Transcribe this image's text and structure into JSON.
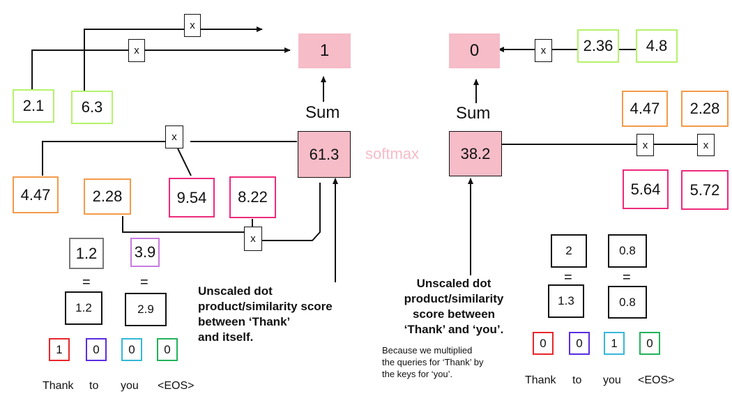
{
  "left": {
    "top_result": "1",
    "sum_label": "Sum",
    "sum_value": "61.3",
    "queries": [
      "2.1",
      "6.3"
    ],
    "keys_orange": [
      "4.47",
      "2.28"
    ],
    "keys_pink": [
      "9.54",
      "8.22"
    ],
    "mult_sign": "x",
    "embed_top": [
      "1.2",
      "3.9"
    ],
    "eq_sign": "=",
    "embed_bottom": [
      "1.2",
      "2.9"
    ],
    "onehot": [
      "1",
      "0",
      "0",
      "0"
    ],
    "tokens": [
      "Thank",
      "to",
      "you",
      "<EOS>"
    ],
    "caption_lines": [
      "Unscaled dot",
      "product/similarity score",
      "between ‘Thank’",
      "and itself."
    ]
  },
  "middle": {
    "softmax_label": "softmax"
  },
  "right": {
    "top_result": "0",
    "sum_label": "Sum",
    "sum_value": "38.2",
    "queries": [
      "2.36",
      "4.8"
    ],
    "keys_orange": [
      "4.47",
      "2.28"
    ],
    "keys_pink": [
      "5.64",
      "5.72"
    ],
    "mult_sign": "x",
    "embed_top": [
      "2",
      "0.8"
    ],
    "eq_sign": "=",
    "embed_bottom": [
      "1.3",
      "0.8"
    ],
    "onehot": [
      "0",
      "0",
      "1",
      "0"
    ],
    "tokens": [
      "Thank",
      "to",
      "you",
      "<EOS>"
    ],
    "caption_lines": [
      "Unscaled dot",
      "product/similarity",
      "score between",
      "‘Thank’ and ‘you’."
    ],
    "note_lines": [
      "Because we multiplied",
      "the queries for ‘Thank’ by",
      "the keys for ‘you’."
    ]
  },
  "colors": {
    "query_border": "#b5f26b",
    "key_border": "#f39a4a",
    "pink_border": "#ee2a7b",
    "result_fill": "#f6bcc8",
    "softmax_text": "#f6bcc8",
    "onehot_colors": [
      "#e8262b",
      "#5a2ce0",
      "#35b7d8",
      "#22b25a"
    ]
  }
}
